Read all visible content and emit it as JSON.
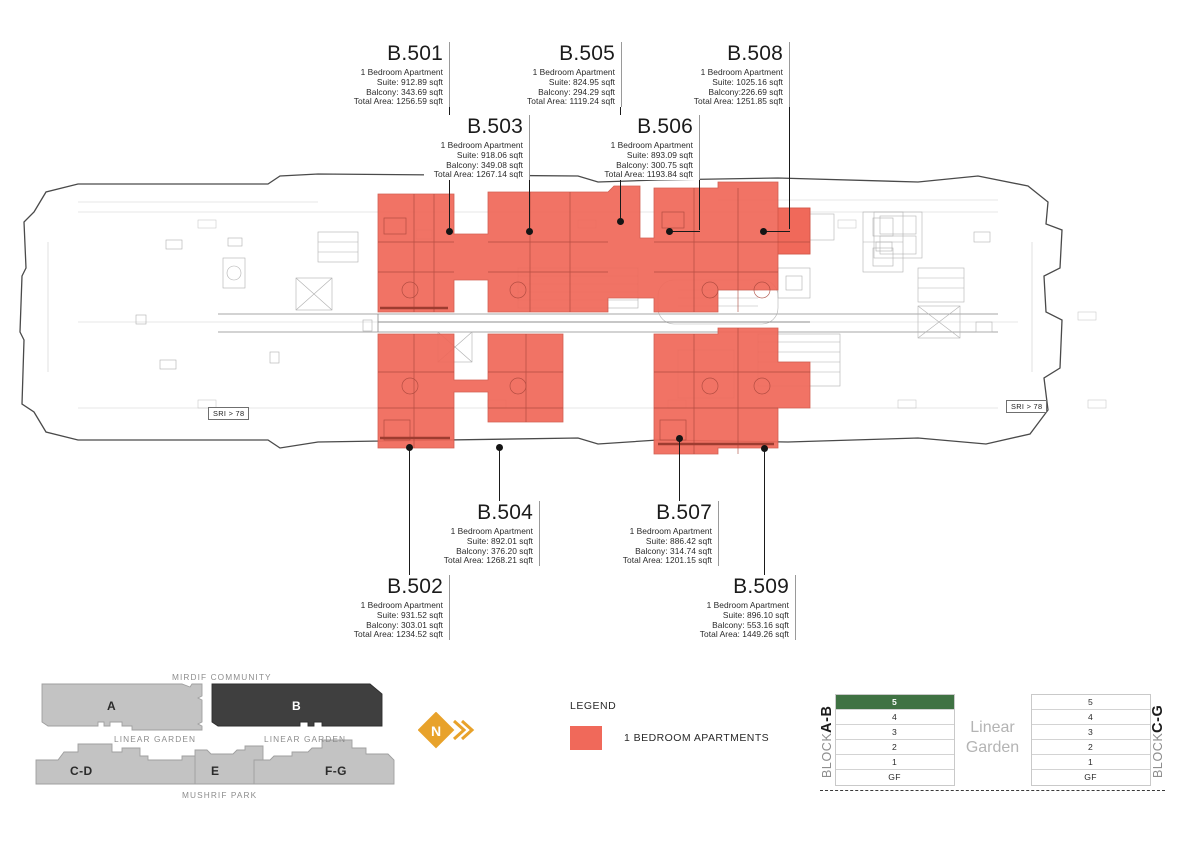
{
  "document": {
    "type": "architectural-floor-plan",
    "plan_annotations": [
      "SRI > 78",
      "SRI > 78"
    ]
  },
  "units": [
    {
      "code": "B.501",
      "type": "1 Bedroom Apartment",
      "suite": "Suite: 912.89 sqft",
      "balcony": "Balcony: 343.69 sqft",
      "total": "Total Area: 1256.59 sqft"
    },
    {
      "code": "B.503",
      "type": "1 Bedroom Apartment",
      "suite": "Suite: 918.06 sqft",
      "balcony": "Balcony: 349.08 sqft",
      "total": "Total Area: 1267.14 sqft"
    },
    {
      "code": "B.505",
      "type": "1 Bedroom Apartment",
      "suite": "Suite: 824.95 sqft",
      "balcony": "Balcony: 294.29 sqft",
      "total": "Total Area: 1119.24 sqft"
    },
    {
      "code": "B.506",
      "type": "1 Bedroom Apartment",
      "suite": "Suite: 893.09 sqft",
      "balcony": "Balcony: 300.75 sqft",
      "total": "Total Area: 1193.84 sqft"
    },
    {
      "code": "B.508",
      "type": "1 Bedroom Apartment",
      "suite": "Suite: 1025.16 sqft",
      "balcony": "Balcony:226.69 sqft",
      "total": "Total Area: 1251.85 sqft"
    },
    {
      "code": "B.502",
      "type": "1 Bedroom Apartment",
      "suite": "Suite: 931.52 sqft",
      "balcony": "Balcony: 303.01 sqft",
      "total": "Total Area: 1234.52 sqft"
    },
    {
      "code": "B.504",
      "type": "1 Bedroom Apartment",
      "suite": "Suite: 892.01 sqft",
      "balcony": "Balcony: 376.20 sqft",
      "total": "Total Area: 1268.21 sqft"
    },
    {
      "code": "B.507",
      "type": "1 Bedroom Apartment",
      "suite": "Suite: 886.42 sqft",
      "balcony": "Balcony: 314.74 sqft",
      "total": "Total Area: 1201.15 sqft"
    },
    {
      "code": "B.509",
      "type": "1 Bedroom Apartment",
      "suite": "Suite: 896.10 sqft",
      "balcony": "Balcony: 553.16 sqft",
      "total": "Total Area: 1449.26 sqft"
    }
  ],
  "legend": {
    "title": "LEGEND",
    "items": [
      {
        "label": "1 BEDROOM APARTMENTS",
        "color": "#F0695A"
      }
    ]
  },
  "keymap": {
    "top_caption": "MIRDIF COMMUNITY",
    "middle_caption_left": "LINEAR GARDEN",
    "middle_caption_right": "LINEAR GARDEN",
    "bottom_caption": "MUSHRIF PARK",
    "blocks": [
      {
        "label": "A",
        "state": "inactive"
      },
      {
        "label": "B",
        "state": "active"
      },
      {
        "label": "C-D",
        "state": "inactive"
      },
      {
        "label": "E",
        "state": "inactive"
      },
      {
        "label": "F-G",
        "state": "inactive"
      }
    ],
    "active_color": "#3f3f3f",
    "inactive_color": "#c3c3c3"
  },
  "compass": {
    "label": "N",
    "icon": "north-arrow-icon",
    "color": "#E8A22B"
  },
  "levels": {
    "left_block_label_prefix": "BLOCK ",
    "left_block_label": "A-B",
    "right_block_label_prefix": "BLOCK ",
    "right_block_label": "C-G",
    "middle_label_line1": "Linear",
    "middle_label_line2": "Garden",
    "left_floors": [
      {
        "label": "5",
        "active": true
      },
      {
        "label": "4",
        "active": false
      },
      {
        "label": "3",
        "active": false
      },
      {
        "label": "2",
        "active": false
      },
      {
        "label": "1",
        "active": false
      },
      {
        "label": "GF",
        "active": false
      }
    ],
    "right_floors": [
      {
        "label": "5",
        "active": false
      },
      {
        "label": "4",
        "active": false
      },
      {
        "label": "3",
        "active": false
      },
      {
        "label": "2",
        "active": false
      },
      {
        "label": "1",
        "active": false
      },
      {
        "label": "GF",
        "active": false
      }
    ],
    "active_color": "#3f7243"
  }
}
